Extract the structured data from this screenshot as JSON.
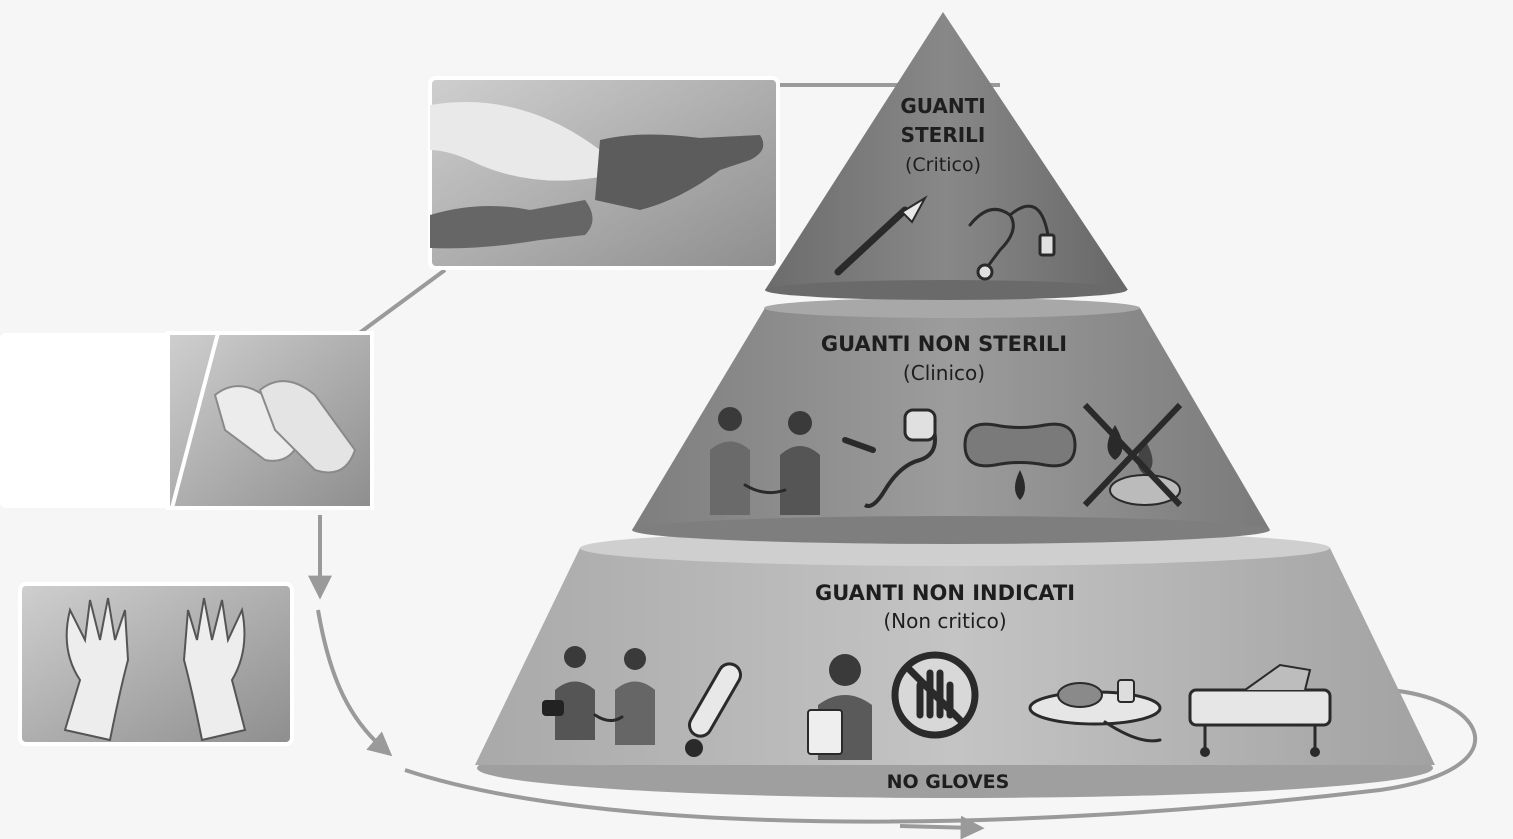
{
  "pyramid": {
    "top": {
      "title_line1": "GUANTI",
      "title_line2": "STERILI",
      "subtitle": "(Critico)"
    },
    "middle": {
      "title": "GUANTI NON STERILI",
      "subtitle": "(Clinico)"
    },
    "bottom": {
      "title": "GUANTI NON INDICATI",
      "subtitle": "(Non critico)",
      "badge": "NO GLOVES"
    }
  },
  "colors": {
    "top_tier": "#7a7a7a",
    "middle_tier": "#8f8f8f",
    "bottom_tier": "#b7b7b7",
    "arrow": "#9a9a9a",
    "background": "#f6f6f6"
  },
  "icons": {
    "top": [
      "scalpel-icon",
      "catheter-icon"
    ],
    "middle": [
      "nurse-blood-draw-icon",
      "iv-tube-icon",
      "kidney-basin-blood-icon",
      "no-body-fluids-icon"
    ],
    "bottom": [
      "blood-pressure-icon",
      "thermometer-icon",
      "nurse-clipboard-icon",
      "no-gloves-icon",
      "food-tray-icon",
      "hospital-bed-icon"
    ]
  },
  "photos": [
    "sterile-glove-photo",
    "nonsterile-glove-photo",
    "bare-hands-photo"
  ]
}
